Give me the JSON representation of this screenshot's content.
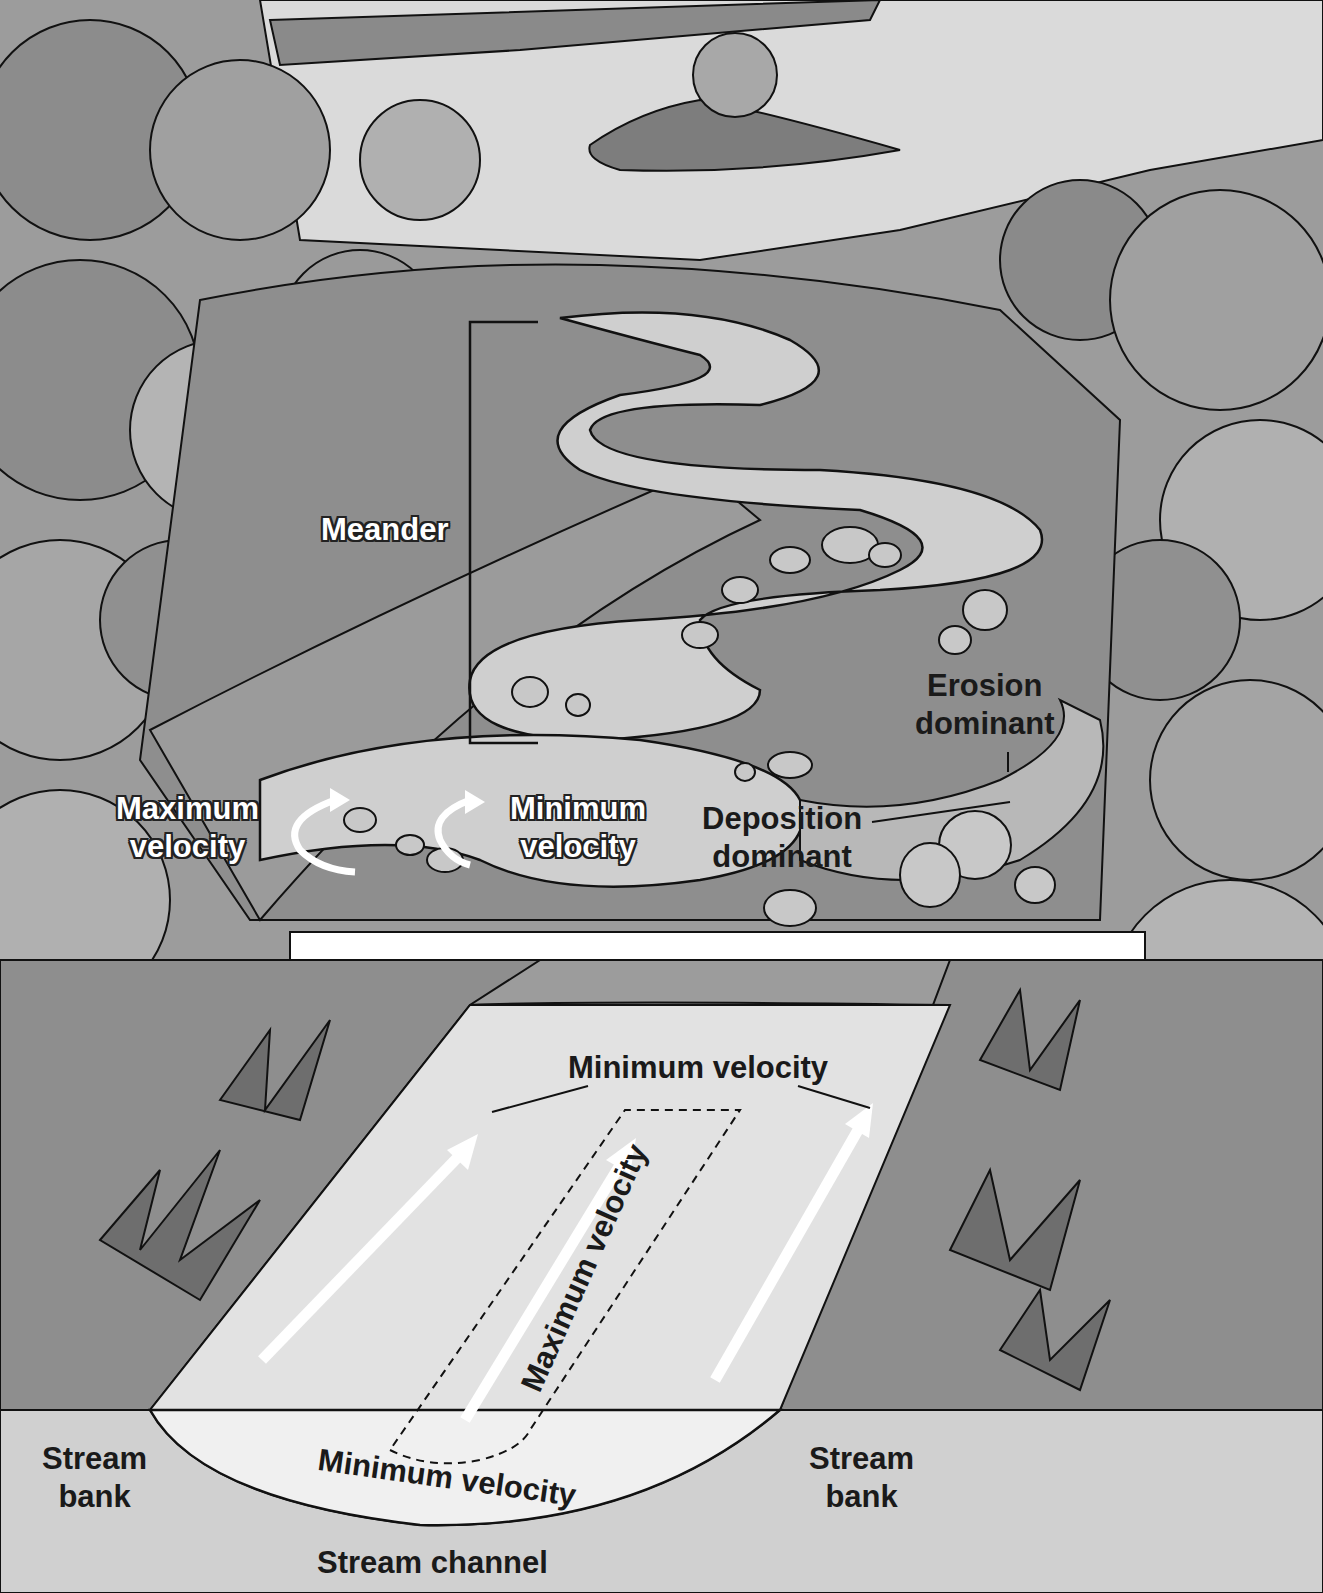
{
  "diagram": {
    "labels": [
      "Meander",
      "Erosion dominant",
      "Maximum velocity",
      "Minimum velocity",
      "Deposition dominant",
      "Minimum velocity",
      "Maximum velocity",
      "Stream bank",
      "Stream bank",
      "Minimum velocity",
      "Stream channel"
    ]
  }
}
